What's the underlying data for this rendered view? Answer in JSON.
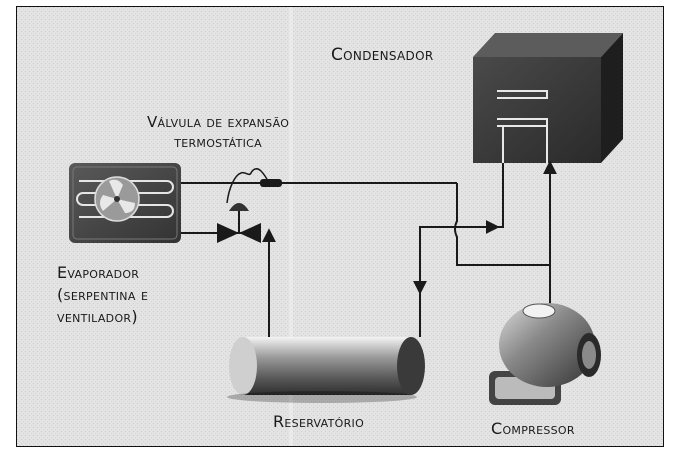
{
  "diagram": {
    "labels": {
      "condensador": "Condensador",
      "valvula_line1": "Válvula de expansão",
      "valvula_line2": "termostática",
      "evaporador_line1": "Evaporador",
      "evaporador_line2": "(serpentina e",
      "evaporador_line3": "ventilador)",
      "reservatorio": "Reservatório",
      "compressor": "Compressor"
    },
    "colors": {
      "background": "#e2e2e2",
      "pipe": "#1a1a1a",
      "component_dark": "#3a3a3a",
      "component_light": "#d8d8d8"
    }
  }
}
